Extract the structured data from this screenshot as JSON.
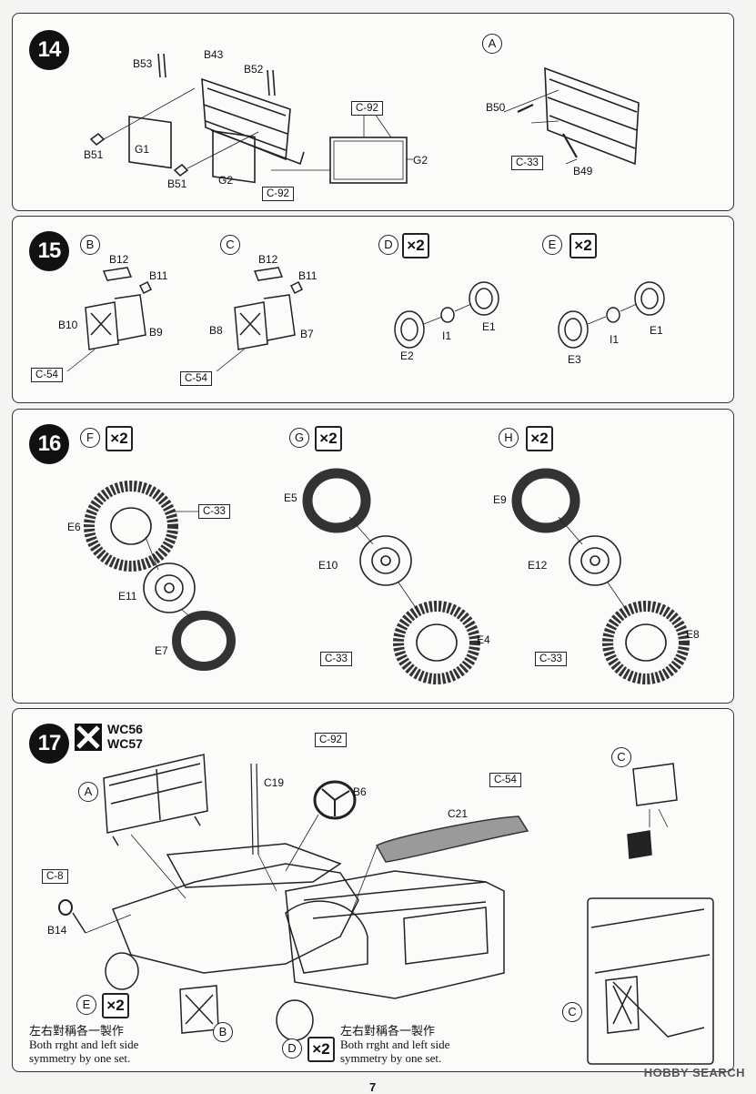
{
  "steps": {
    "s14": {
      "number": "14",
      "labels": {
        "B53": "B53",
        "B43": "B43",
        "B52": "B52",
        "G1": "G1",
        "B51a": "B51",
        "B51b": "B51",
        "G2a": "G2",
        "G2b": "G2"
      },
      "boxes": {
        "c92a": "C-92",
        "c92b": "C-92"
      },
      "subA": {
        "circle": "A",
        "B50": "B50",
        "C33": "C-33",
        "B49": "B49"
      }
    },
    "s15": {
      "number": "15",
      "B": {
        "circle": "B",
        "B12": "B12",
        "B11": "B11",
        "B10": "B10",
        "B9": "B9",
        "box": "C-54"
      },
      "C": {
        "circle": "C",
        "B12": "B12",
        "B11": "B11",
        "B8": "B8",
        "B7": "B7",
        "box": "C-54"
      },
      "D": {
        "circle": "D",
        "times": "×2",
        "I1": "I1",
        "E1": "E1",
        "E2": "E2"
      },
      "E": {
        "circle": "E",
        "times": "×2",
        "I1": "I1",
        "E1": "E1",
        "E3": "E3"
      }
    },
    "s16": {
      "number": "16",
      "F": {
        "circle": "F",
        "times": "×2",
        "box": "C-33",
        "E6": "E6",
        "E11": "E11",
        "E7": "E7"
      },
      "G": {
        "circle": "G",
        "times": "×2",
        "E5": "E5",
        "E10": "E10",
        "E4": "E4",
        "box": "C-33"
      },
      "H": {
        "circle": "H",
        "times": "×2",
        "E9": "E9",
        "E12": "E12",
        "E8": "E8",
        "box": "C-33"
      }
    },
    "s17": {
      "number": "17",
      "variants": [
        "WC56",
        "WC57"
      ],
      "labels": {
        "A": "A",
        "C19": "C19",
        "C92": "C-92",
        "B6": "B6",
        "C54": "C-54",
        "C21": "C21",
        "C8": "C-8",
        "B14": "B14",
        "C": "C",
        "B": "B",
        "E": "E",
        "D": "D",
        "Ex2": "×2",
        "Dx2": "×2",
        "Cinset": "C"
      },
      "note_left": {
        "cn": "左右對稱各一製作",
        "en1": "Both rrght and left side",
        "en2": "symmetry by one set."
      },
      "note_right": {
        "cn": "左右對稱各一製作",
        "en1": "Both rrght and left side",
        "en2": "symmetry by one set."
      }
    }
  },
  "watermark": "HOBBY SEARCH",
  "page_number": "7"
}
